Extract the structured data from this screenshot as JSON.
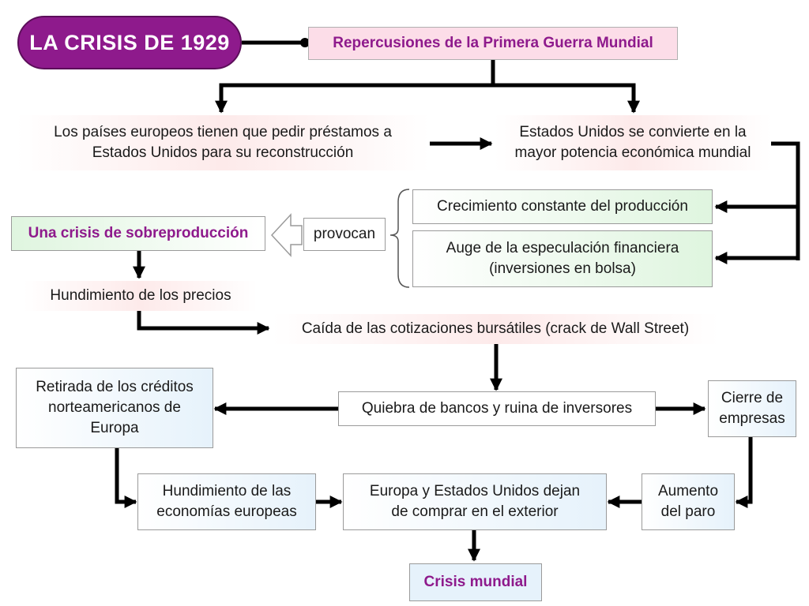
{
  "title": "LA CRISIS DE 1929",
  "nodes": {
    "repercusiones": "Repercusiones de la Primera Guerra Mundial",
    "paises_prestamos": "Los países europeos tienen que pedir préstamos a\nEstados Unidos para su reconstrucción",
    "eeuu_potencia": "Estados Unidos se convierte en la\nmayor potencia económica mundial",
    "crecimiento": "Crecimiento constante del producción",
    "auge_especulacion": "Auge de la especulación financiera\n(inversiones en bolsa)",
    "provocan": "provocan",
    "crisis_sobreproduccion": "Una crisis de sobreproducción",
    "hundimiento_precios": "Hundimiento de los precios",
    "caida_cotizaciones": "Caída de las cotizaciones bursátiles (crack de Wall Street)",
    "quiebra_bancos": "Quiebra de bancos y ruina de inversores",
    "retirada_creditos": "Retirada de los créditos\nnorteamericanos de\nEuropa",
    "cierre_empresas": "Cierre de\nempresas",
    "hundimiento_economias": "Hundimiento de las\neconomías europeas",
    "dejan_comprar": "Europa y Estados Unidos dejan\nde comprar en el exterior",
    "aumento_paro": "Aumento\ndel paro",
    "crisis_mundial": "Crisis mundial"
  },
  "colors": {
    "accent": "#8e1a8c",
    "title_bg": "#8e1a8c",
    "line": "#000000"
  }
}
